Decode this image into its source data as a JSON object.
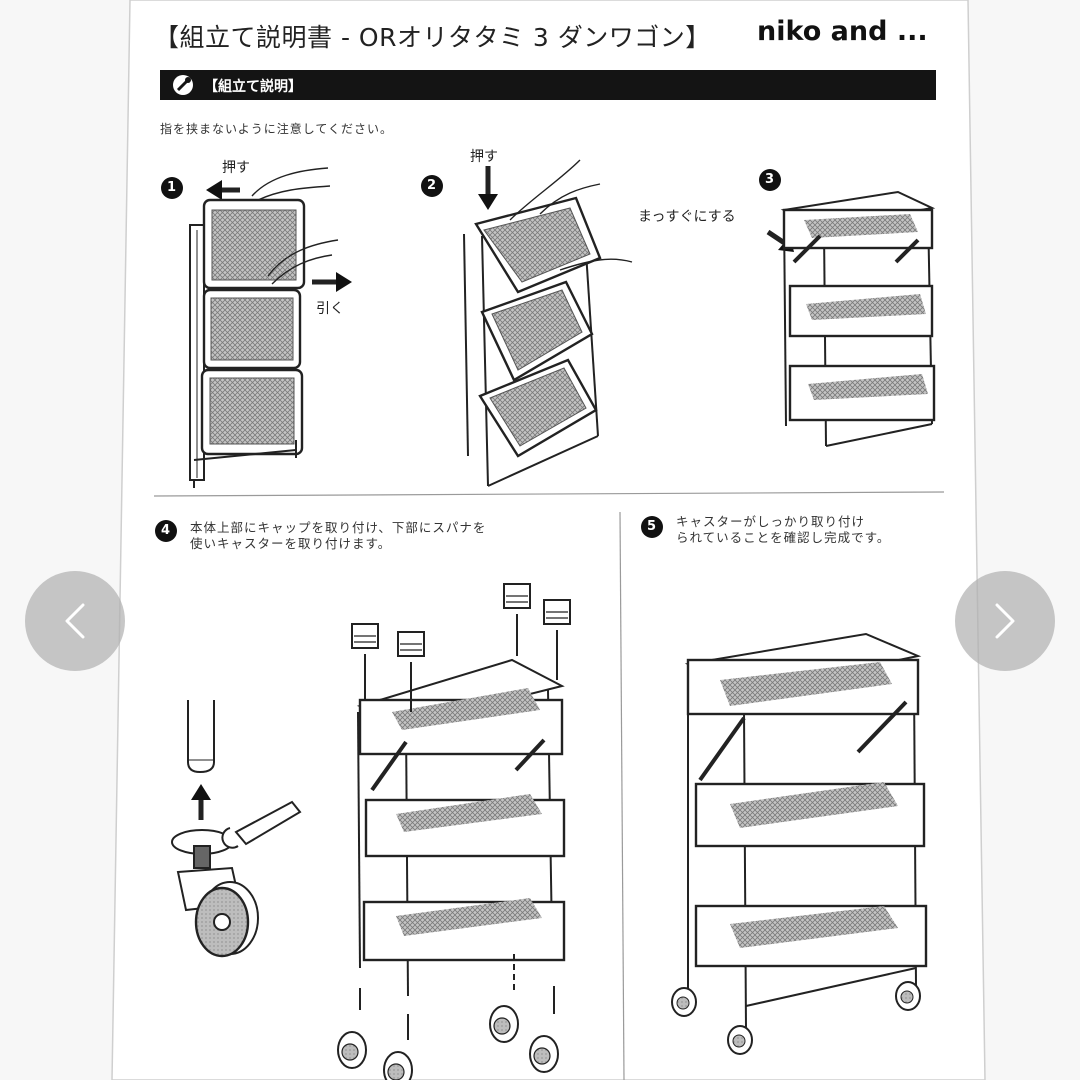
{
  "document": {
    "title": "【組立て説明書 - ORオリタタミ 3 ダンワゴン】",
    "brand": "niko and ...",
    "section_label": "【組立て説明】",
    "caution": "指を挟まないように注意してください。"
  },
  "steps": {
    "step1": {
      "number": "1",
      "push_label": "押す",
      "pull_label": "引く"
    },
    "step2": {
      "number": "2",
      "push_label": "押す"
    },
    "step3": {
      "number": "3",
      "label": "まっすぐにする"
    },
    "step4": {
      "number": "4",
      "line1": "本体上部にキャップを取り付け、下部にスパナを",
      "line2": "使いキャスターを取り付けます。"
    },
    "step5": {
      "number": "5",
      "line1": "キャスターがしっかり取り付け",
      "line2": "られていることを確認し完成です。"
    }
  },
  "navigation": {
    "prev_icon": "chevron-left-icon",
    "next_icon": "chevron-right-icon"
  }
}
